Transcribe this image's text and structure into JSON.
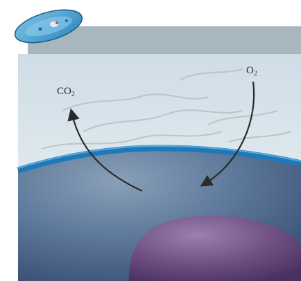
{
  "labels": {
    "co2": {
      "base": "CO",
      "sub": "2"
    },
    "o2": {
      "base": "O",
      "sub": "2"
    }
  },
  "colors": {
    "water_top": "#d3e0e8",
    "water_bottom": "#eef3f6",
    "top_band": "#a9b8bf",
    "membrane": "#1f79b8",
    "membrane_highlight": "#5fb3e0",
    "cytoplasm_light": "#6c87a6",
    "cytoplasm_dark": "#3c5478",
    "nucleus": "#6a4a7c",
    "nucleus_light": "#8a6b9b",
    "arrow": "#2b2b2b",
    "current_lines": "#b9c2c7",
    "organism_body": "#4fa3cf",
    "organism_dark": "#1f6a9a"
  },
  "icons": {
    "organism": "paramecium-icon"
  }
}
